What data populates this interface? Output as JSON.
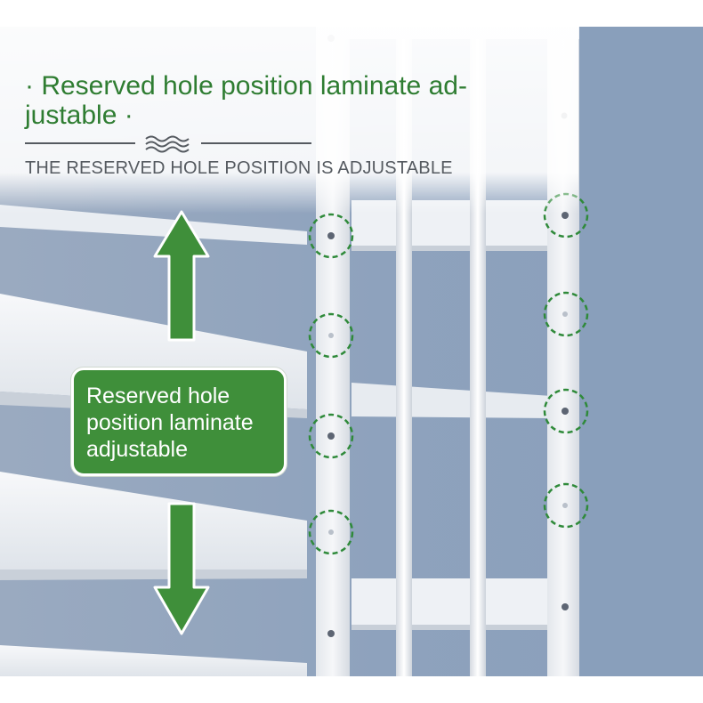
{
  "header": {
    "title": "· Reserved hole position laminate ad-justable ·",
    "title_line1": "· Reserved hole position laminate ad-",
    "title_line2": "justable ·",
    "subtitle": "THE RESERVED HOLE POSITION IS ADJUSTABLE"
  },
  "callout": {
    "line1": "Reserved hole",
    "line2": "position laminate",
    "line3": "adjustable"
  },
  "icons": {
    "divider": "wave-icon",
    "arrow_up": "arrow-up-icon",
    "arrow_down": "arrow-down-icon",
    "hole_marker": "dashed-circle-icon"
  },
  "colors": {
    "accent_green": "#3f8f3a",
    "title_green": "#2f7d32",
    "wall_blue": "#8fa3bd",
    "rack_white": "#eef1f5"
  }
}
